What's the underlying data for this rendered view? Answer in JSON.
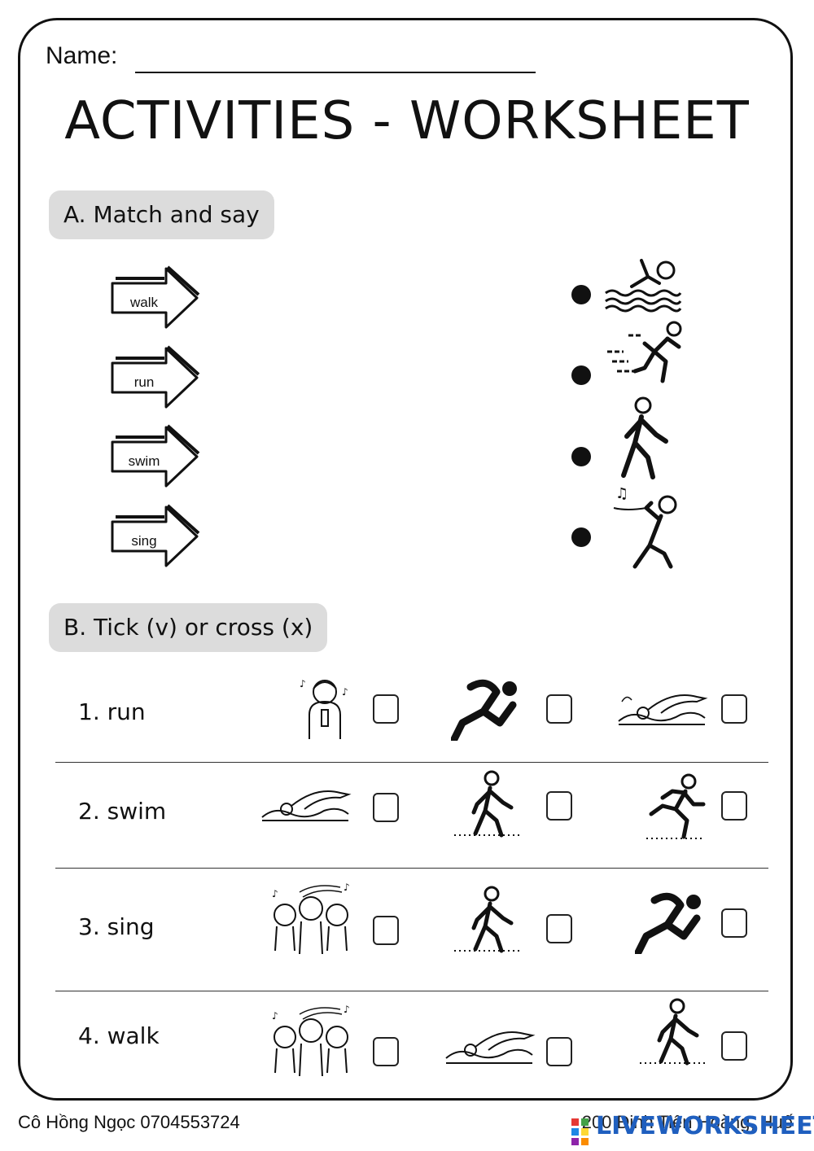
{
  "header": {
    "name_label": "Name: ",
    "title": "ACTIVITIES - WORKSHEET"
  },
  "section_a": {
    "heading": "A. Match and say",
    "words": [
      "walk",
      "run",
      "swim",
      "sing"
    ],
    "pictures": [
      "swimmer-icon",
      "runner-icon",
      "walker-icon",
      "singer-icon"
    ]
  },
  "section_b": {
    "heading": "B. Tick (v) or cross (x)",
    "rows": [
      {
        "label": "1. run",
        "pictures": [
          "singing-girl-picture",
          "sprinter-icon",
          "swimmer-picture"
        ]
      },
      {
        "label": "2. swim",
        "pictures": [
          "swimmer-picture",
          "walker-icon",
          "runner-icon"
        ]
      },
      {
        "label": "3. sing",
        "pictures": [
          "singing-children-picture",
          "walker-icon",
          "sprinter-icon"
        ]
      },
      {
        "label": "4. walk",
        "pictures": [
          "singing-children-picture",
          "swimmer-picture",
          "walker-icon"
        ]
      }
    ]
  },
  "footer": {
    "teacher": "Cô Hồng Ngọc 0704553724",
    "address": "200 Đinh Tiên Hoàng, Huế",
    "watermark": "LIVEWORKSHEETS"
  },
  "colors": {
    "section_bg": "#dcdcdc",
    "ink": "#111111",
    "watermark": "#1f5fbf"
  }
}
